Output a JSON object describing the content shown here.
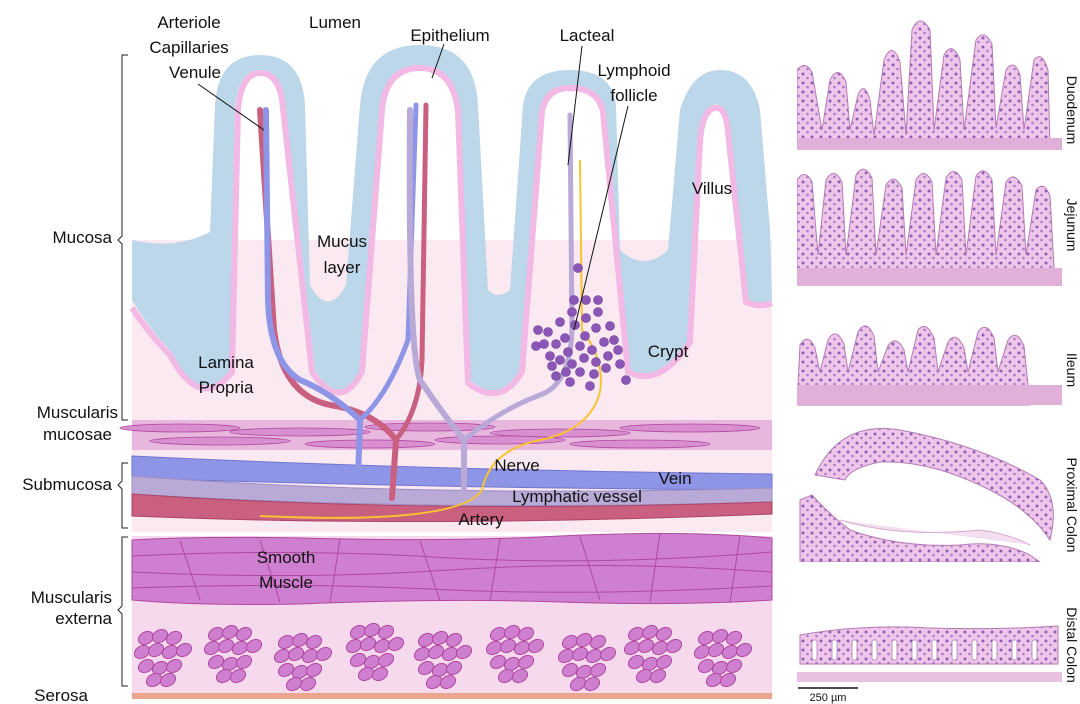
{
  "labels": {
    "arteriole": "Arteriole",
    "capillaries": "Capillaries",
    "venule": "Venule",
    "lumen": "Lumen",
    "epithelium": "Epithelium",
    "lacteal": "Lacteal",
    "lymphoid_line1": "Lymphoid",
    "lymphoid_line2": "follicle",
    "villus": "Villus",
    "mucus_line1": "Mucus",
    "mucus_line2": "layer",
    "crypt": "Crypt",
    "lamina_line1": "Lamina",
    "lamina_line2": "Propria",
    "nerve": "Nerve",
    "vein": "Vein",
    "lymphatic": "Lymphatic vessel",
    "artery": "Artery",
    "smooth_line1": "Smooth",
    "smooth_line2": "Muscle"
  },
  "layers": {
    "mucosa": "Mucosa",
    "muscularis_mucosae_line1": "Muscularis",
    "muscularis_mucosae_line2": "mucosae",
    "submucosa": "Submucosa",
    "muscularis_externa_line1": "Muscularis",
    "muscularis_externa_line2": "externa",
    "serosa": "Serosa"
  },
  "histology": [
    "Duodenum",
    "Jejunum",
    "Ileum",
    "Proximal Colon",
    "Distal Colon"
  ],
  "scale_bar": "250 µm",
  "colors": {
    "mucus": "#bcd6ea",
    "epithelium": "#f2b9e4",
    "lamina": "#fbe9f2",
    "muscle": "#cf7fcf",
    "muscle_line": "#b0489f",
    "vein": "#8e95e6",
    "artery": "#c9607f",
    "lymph": "#b8a9d6",
    "nerve": "#f7c431",
    "follicle": "#8b57b6",
    "serosa": "#eaa58f",
    "stain_pink": "#d9a3d6",
    "stain_purple": "#8a5fb5"
  }
}
